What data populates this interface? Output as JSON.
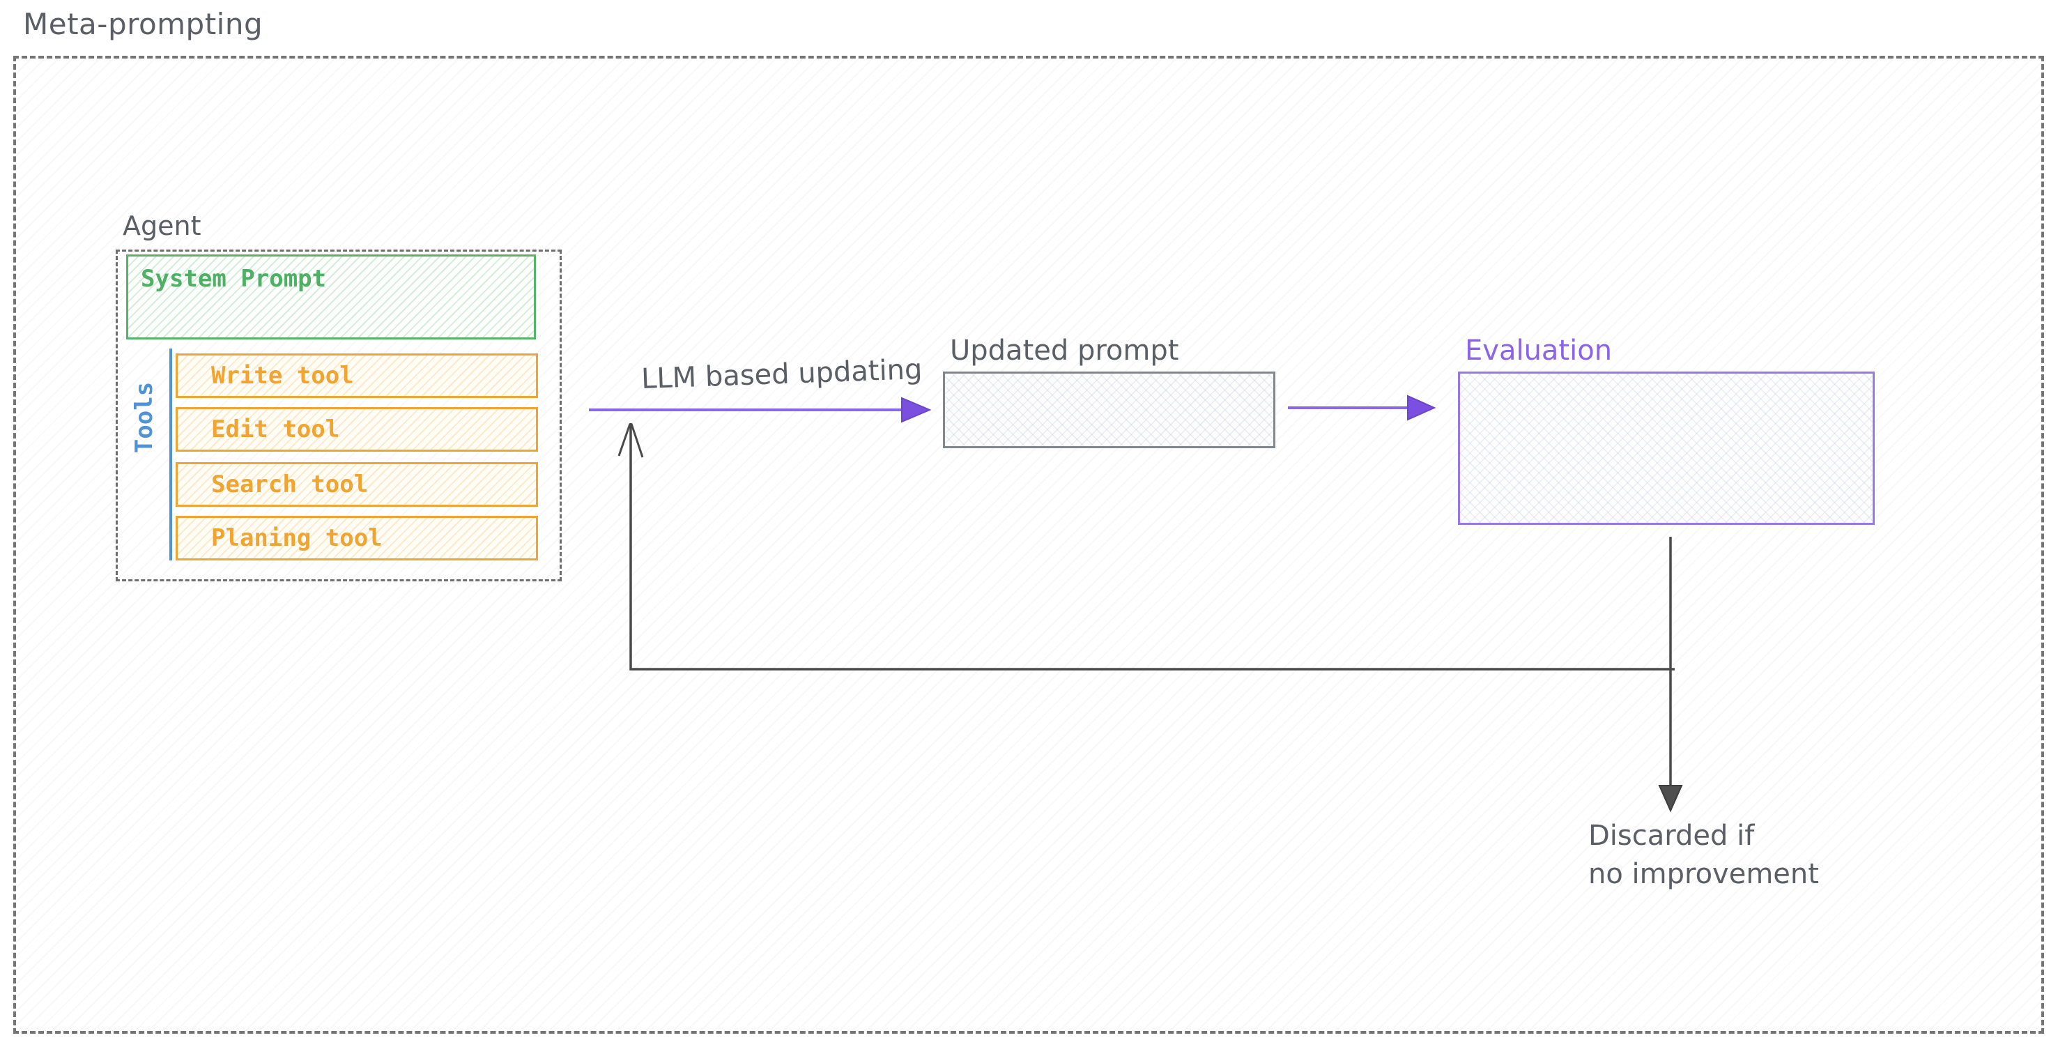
{
  "title": "Meta-prompting",
  "agent": {
    "label": "Agent",
    "system_prompt": "System Prompt",
    "tools_label": "Tools",
    "tools": [
      "Write tool",
      "Edit tool",
      "Search tool",
      "Planing tool"
    ]
  },
  "flow": {
    "llm_update_label": "LLM based updating",
    "updated_prompt_label": "Updated prompt",
    "evaluation_label": "Evaluation",
    "discard_line1": "Discarded if",
    "discard_line2": "no improvement"
  },
  "colors": {
    "frame_gray": "#757575",
    "text_gray": "#5a5f66",
    "green": "#57b26b",
    "orange": "#f0a431",
    "blue": "#4f93d6",
    "purple_arrow": "#8a66e8",
    "purple_box": "#9878e8",
    "dark_arrow": "#4a4a4a"
  }
}
